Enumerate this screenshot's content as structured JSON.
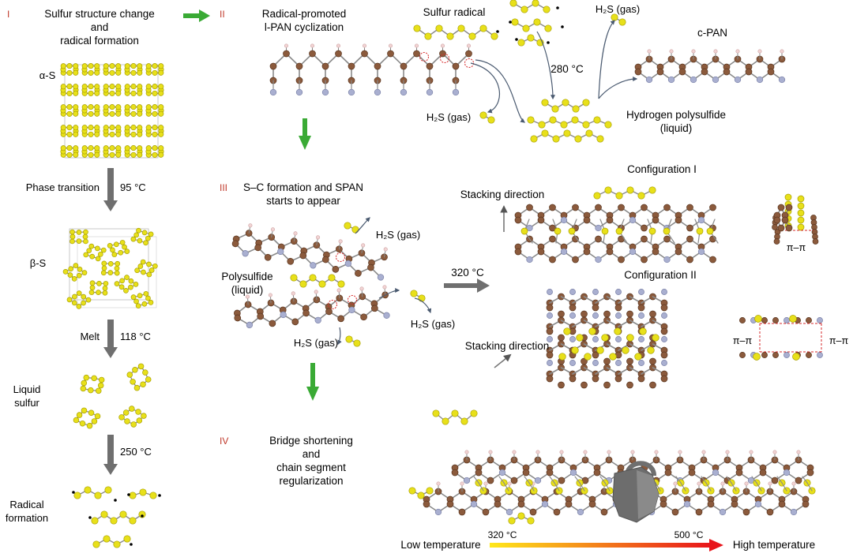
{
  "colors": {
    "sulfur": "#e8e01a",
    "sulfur_edge": "#a8a000",
    "carbon": "#8b5a3c",
    "carbon_edge": "#5a3620",
    "nitrogen": "#a9afd0",
    "hydrogen": "#f2d4d4",
    "bond": "#8a8a8a",
    "green_arrow": "#3aaa35",
    "gray_arrow": "#7a7a7a",
    "roman": "#c0392b",
    "radical_marker": "#d62728"
  },
  "icons": {
    "padlock": "padlock-icon"
  },
  "panel1": {
    "roman": "I",
    "title": [
      "Sulfur structure change",
      "and",
      "radical formation"
    ],
    "alpha_label": "α-S",
    "beta_label": "β-S",
    "liquid_label": [
      "Liquid",
      "sulfur"
    ],
    "radical_label": [
      "Radical",
      "formation"
    ],
    "step1_label": "Phase transition",
    "step1_temp": "95 °C",
    "step2_label": "Melt",
    "step2_temp": "118 °C",
    "step3_temp": "250 °C"
  },
  "panel2": {
    "roman": "II",
    "title": [
      "Radical-promoted",
      "l-PAN cyclization"
    ],
    "sulfur_radical": "Sulfur radical",
    "h2s_left": "H₂S (gas)",
    "h2s_top": "H₂S (gas)",
    "temp": "280 °C",
    "cpan": "c-PAN",
    "polysulfide": [
      "Hydrogen polysulfide",
      "(liquid)"
    ]
  },
  "panel3": {
    "roman": "III",
    "title": [
      "S–C formation and SPAN",
      "starts to appear"
    ],
    "h2s_top": "H₂S (gas)",
    "h2s_right": "H₂S (gas)",
    "h2s_bottom": "H₂S (gas)",
    "polysulfide": [
      "Polysulfide",
      "(liquid)"
    ],
    "temp": "320 °C",
    "config1": "Configuration I",
    "config2": "Configuration II",
    "stacking1": "Stacking direction",
    "stacking2": "Stacking direction",
    "pipi_top": "π–π",
    "pipi_left": "π–π",
    "pipi_right": "π–π"
  },
  "panel4": {
    "roman": "IV",
    "title": [
      "Bridge shortening",
      "and",
      "chain segment",
      "regularization"
    ],
    "low_temp": "Low temperature",
    "high_temp": "High temperature",
    "t_low": "320 °C",
    "t_high": "500 °C",
    "gradient_start": "#ffe81a",
    "gradient_end": "#e8141a"
  }
}
